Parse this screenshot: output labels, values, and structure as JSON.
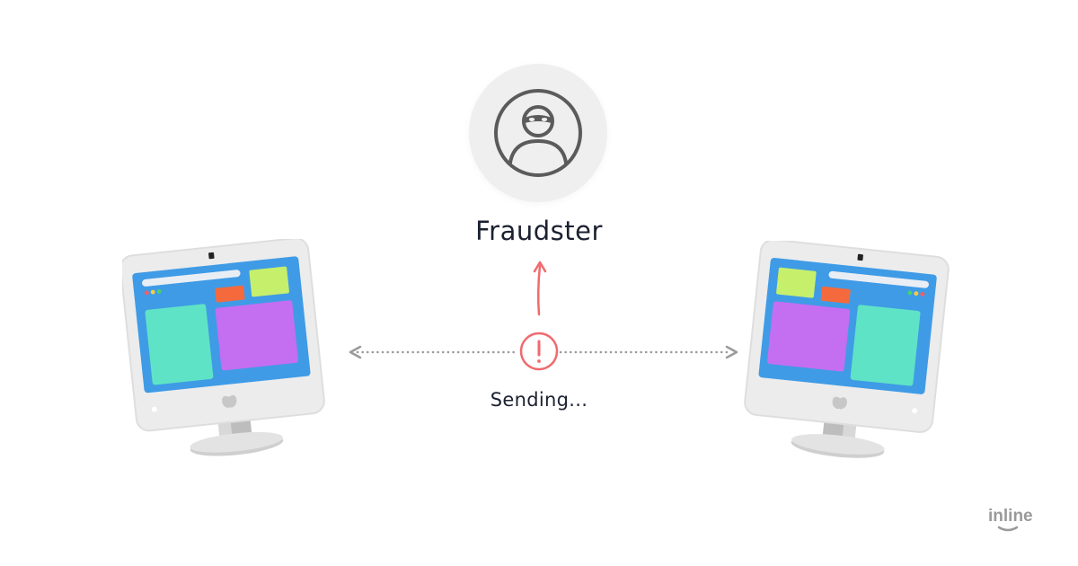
{
  "fraudster": {
    "label": "Fraudster",
    "icon": "masked-person-icon"
  },
  "transfer": {
    "status_label": "Sending...",
    "alert_icon": "exclamation-alert-icon",
    "intercept_arrow_icon": "arrow-up-icon",
    "left_arrow_icon": "chevron-left-icon",
    "right_arrow_icon": "chevron-right-icon"
  },
  "computers": [
    {
      "name": "sender-computer",
      "icon": "desktop-monitor-icon"
    },
    {
      "name": "receiver-computer",
      "icon": "desktop-monitor-icon"
    }
  ],
  "brand": {
    "logo_text": "inline"
  },
  "colors": {
    "alert_red": "#f06a6f",
    "dotted_line": "#9a9a9a",
    "screen_blue": "#3f9be6",
    "window_teal": "#5fe3c6",
    "window_purple": "#c46ef2",
    "window_orange": "#f46a3d",
    "window_lime": "#c6ef6c"
  }
}
